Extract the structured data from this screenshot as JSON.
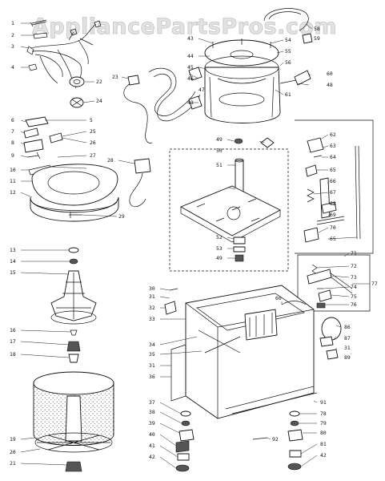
{
  "watermark": {
    "text": "AppliancePartsPros.com"
  },
  "callouts": [
    {
      "id": "c1",
      "text": "1"
    },
    {
      "id": "c2",
      "text": "2"
    },
    {
      "id": "c3",
      "text": "3"
    },
    {
      "id": "c4",
      "text": "4"
    },
    {
      "id": "c5",
      "text": "5"
    },
    {
      "id": "c6",
      "text": "6"
    },
    {
      "id": "c7",
      "text": "7"
    },
    {
      "id": "c8",
      "text": "8"
    },
    {
      "id": "c9",
      "text": "9"
    },
    {
      "id": "c10",
      "text": "10"
    },
    {
      "id": "c11",
      "text": "11"
    },
    {
      "id": "c12",
      "text": "12"
    },
    {
      "id": "c13",
      "text": "13"
    },
    {
      "id": "c14",
      "text": "14"
    },
    {
      "id": "c15",
      "text": "15"
    },
    {
      "id": "c16",
      "text": "16"
    },
    {
      "id": "c17",
      "text": "17"
    },
    {
      "id": "c18",
      "text": "18"
    },
    {
      "id": "c19",
      "text": "19"
    },
    {
      "id": "c20",
      "text": "20"
    },
    {
      "id": "c21",
      "text": "21"
    },
    {
      "id": "c22",
      "text": "22"
    },
    {
      "id": "c23",
      "text": "23"
    },
    {
      "id": "c24",
      "text": "24"
    },
    {
      "id": "c25",
      "text": "25"
    },
    {
      "id": "c26",
      "text": "26"
    },
    {
      "id": "c27",
      "text": "27"
    },
    {
      "id": "c28",
      "text": "28"
    },
    {
      "id": "c29",
      "text": "29"
    },
    {
      "id": "c30",
      "text": "30"
    },
    {
      "id": "c31a",
      "text": "31"
    },
    {
      "id": "c32",
      "text": "32"
    },
    {
      "id": "c33",
      "text": "33"
    },
    {
      "id": "c34",
      "text": "34"
    },
    {
      "id": "c35",
      "text": "35"
    },
    {
      "id": "c31b",
      "text": "31"
    },
    {
      "id": "c36",
      "text": "36"
    },
    {
      "id": "c37",
      "text": "37"
    },
    {
      "id": "c38",
      "text": "38"
    },
    {
      "id": "c39",
      "text": "39"
    },
    {
      "id": "c40",
      "text": "40"
    },
    {
      "id": "c41",
      "text": "41"
    },
    {
      "id": "c42a",
      "text": "42"
    },
    {
      "id": "c43",
      "text": "43"
    },
    {
      "id": "c44",
      "text": "44"
    },
    {
      "id": "c45",
      "text": "45"
    },
    {
      "id": "c46",
      "text": "46"
    },
    {
      "id": "c47",
      "text": "47"
    },
    {
      "id": "c48a",
      "text": "48"
    },
    {
      "id": "c49a",
      "text": "49"
    },
    {
      "id": "c50",
      "text": "50"
    },
    {
      "id": "c51",
      "text": "51"
    },
    {
      "id": "c52",
      "text": "52"
    },
    {
      "id": "c53",
      "text": "53"
    },
    {
      "id": "c49b",
      "text": "49"
    },
    {
      "id": "c54",
      "text": "54"
    },
    {
      "id": "c55",
      "text": "55"
    },
    {
      "id": "c56",
      "text": "56"
    },
    {
      "id": "c58",
      "text": "58"
    },
    {
      "id": "c59",
      "text": "59"
    },
    {
      "id": "c60",
      "text": "60"
    },
    {
      "id": "c48b",
      "text": "48"
    },
    {
      "id": "c61",
      "text": "61"
    },
    {
      "id": "c62",
      "text": "62"
    },
    {
      "id": "c63",
      "text": "63"
    },
    {
      "id": "c64",
      "text": "64"
    },
    {
      "id": "c65",
      "text": "65"
    },
    {
      "id": "c66",
      "text": "66"
    },
    {
      "id": "c67",
      "text": "67"
    },
    {
      "id": "c68",
      "text": "68"
    },
    {
      "id": "c69",
      "text": "69"
    },
    {
      "id": "c70",
      "text": "70"
    },
    {
      "id": "c65b",
      "text": "65"
    },
    {
      "id": "c71",
      "text": "71"
    },
    {
      "id": "c72",
      "text": "72"
    },
    {
      "id": "c73",
      "text": "73"
    },
    {
      "id": "c74",
      "text": "74"
    },
    {
      "id": "c75",
      "text": "75"
    },
    {
      "id": "c76",
      "text": "76"
    },
    {
      "id": "c77",
      "text": "77"
    },
    {
      "id": "c60b",
      "text": "60"
    },
    {
      "id": "c86",
      "text": "86"
    },
    {
      "id": "c87",
      "text": "87"
    },
    {
      "id": "c31c",
      "text": "31"
    },
    {
      "id": "c89",
      "text": "89"
    },
    {
      "id": "c91",
      "text": "91"
    },
    {
      "id": "c78",
      "text": "78"
    },
    {
      "id": "c79",
      "text": "79"
    },
    {
      "id": "c80",
      "text": "80"
    },
    {
      "id": "c81",
      "text": "81"
    },
    {
      "id": "c42b",
      "text": "42"
    },
    {
      "id": "c92",
      "text": "92"
    }
  ]
}
